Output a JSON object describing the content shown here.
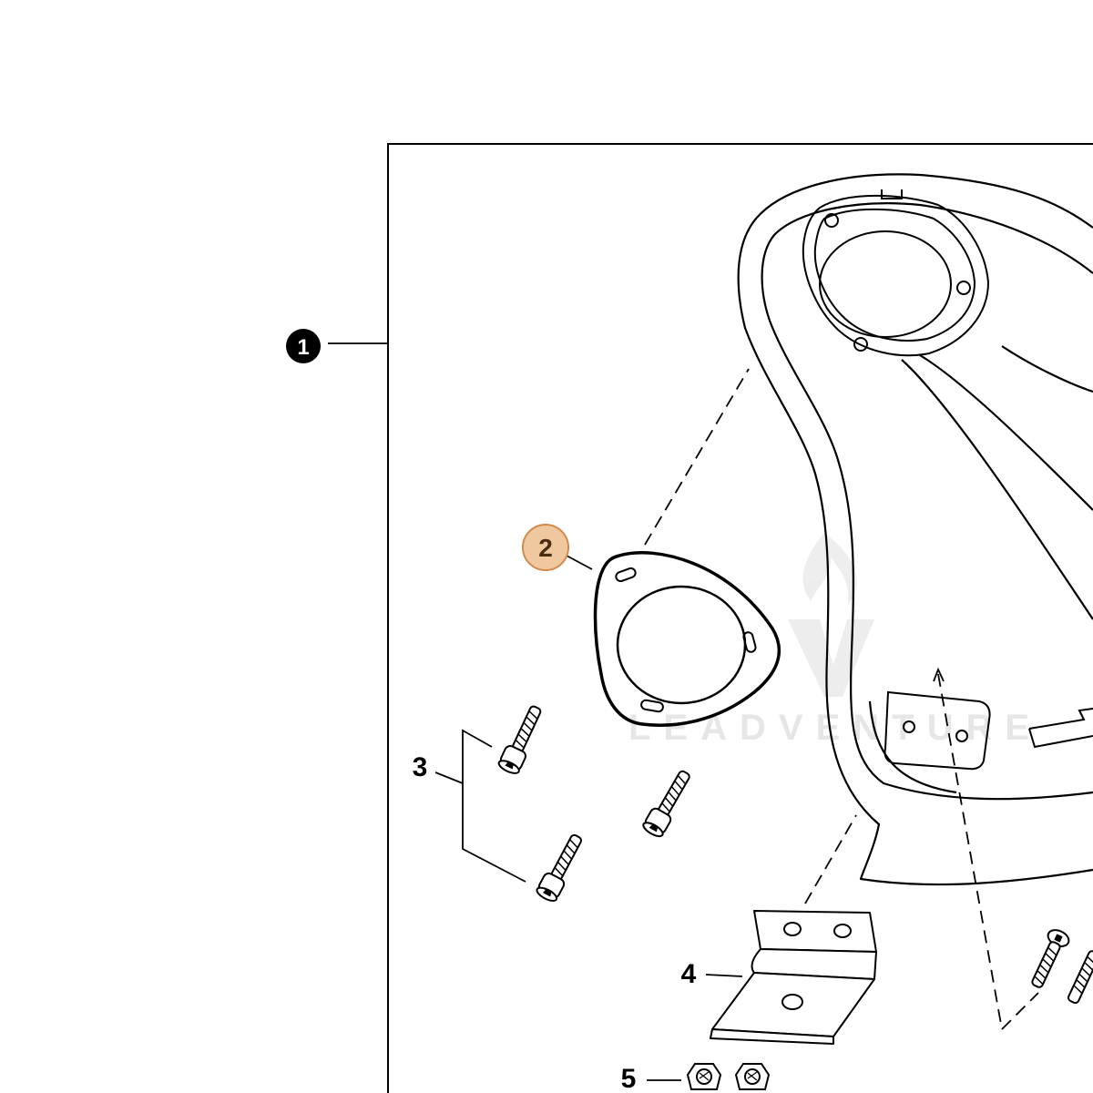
{
  "diagram": {
    "callouts": {
      "c1": {
        "label": "1",
        "fill": "#000000",
        "text_color": "#ffffff"
      },
      "c2": {
        "label": "2",
        "fill": "#f0c8a0",
        "stroke": "#d38a4c",
        "text_color": "#4a2c0e"
      },
      "c3": {
        "label": "3"
      },
      "c4": {
        "label": "4"
      },
      "c5": {
        "label": "5"
      }
    },
    "watermark": {
      "text": "LEADVENTURE",
      "color": "#e6e6e6"
    },
    "line_color": "#000000"
  }
}
